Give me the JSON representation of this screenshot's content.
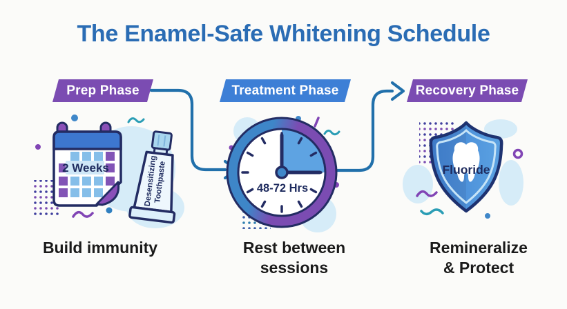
{
  "title": "The Enamel-Safe Whitening Schedule",
  "phases": [
    {
      "label": "Prep Phase",
      "caption": "Build immunity",
      "icon": {
        "names": [
          "calendar-icon",
          "toothpaste-tube-icon"
        ],
        "calendar_label": "2 Weeks",
        "tube_label_line1": "Desensitizing",
        "tube_label_line2": "Toothpaste"
      }
    },
    {
      "label": "Treatment Phase",
      "caption": "Rest between sessions",
      "icon": {
        "names": [
          "clock-icon"
        ],
        "clock_label": "48-72 Hrs"
      }
    },
    {
      "label": "Recovery Phase",
      "caption": "Remineralize & Protect",
      "icon": {
        "names": [
          "shield-icon",
          "tooth-icon"
        ],
        "shield_label": "Fluoride"
      }
    }
  ],
  "colors": {
    "background": "#fbfbf9",
    "title_blue": "#2a6cb4",
    "badge_purple": "#7b4cb2",
    "badge_blue": "#3d7fd6",
    "connector_blue": "#2170ab",
    "outline_navy": "#232c63",
    "text_navy": "#1e2b5e",
    "light_blue_blob": "#d6ecf8",
    "mid_blue": "#5ea3e2",
    "icon_blue": "#3f87c9",
    "icon_purple": "#8145b5",
    "teal_accent": "#2a9db5",
    "caption_dark": "#1a1a1a"
  }
}
